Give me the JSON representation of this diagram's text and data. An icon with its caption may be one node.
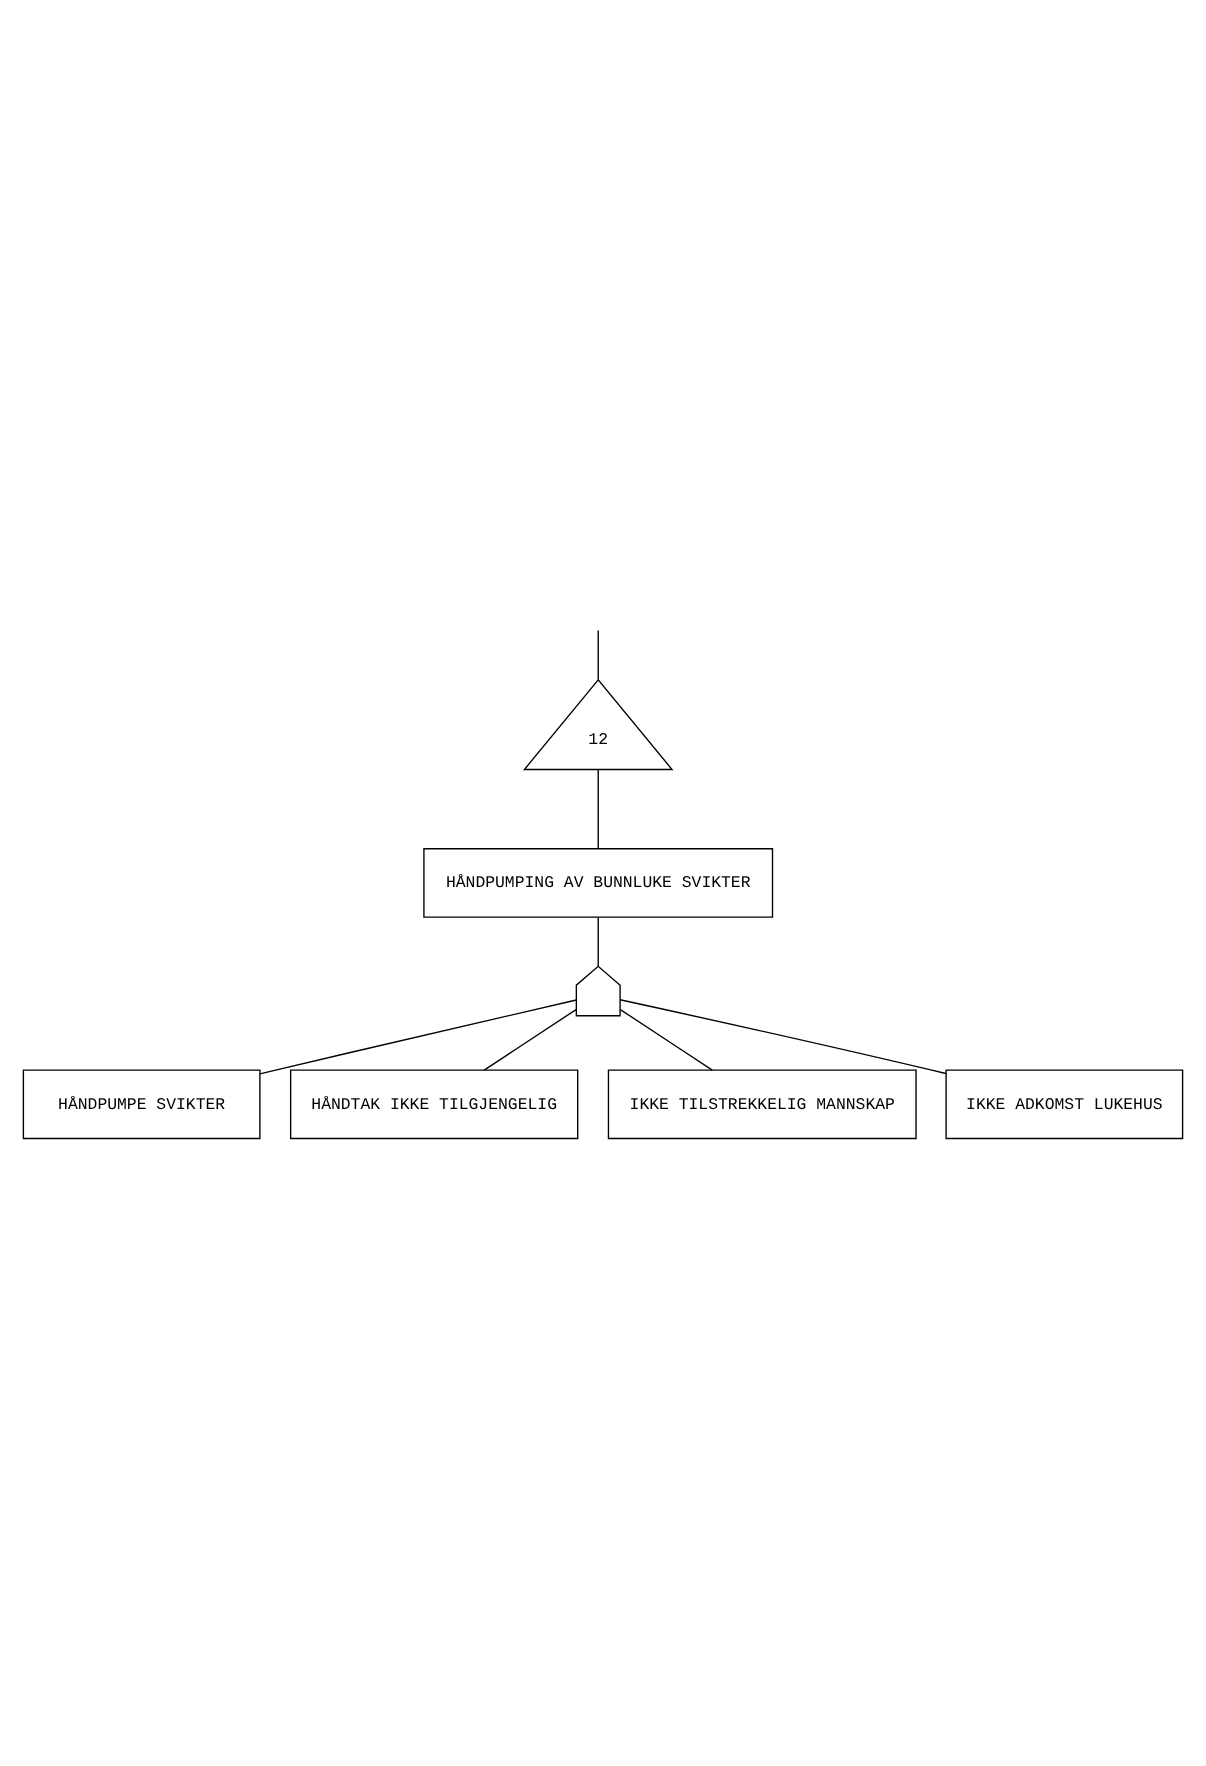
{
  "diagram": {
    "nodes": [
      {
        "text": [
          "12"
        ]
      },
      {
        "text": [
          "HÅNDPUMPING AV BUNNLUKE SVIKTER"
        ]
      },
      {
        "text": [],
        "shape": "gate"
      },
      {
        "text": [
          "HÅNDPUMPE SVIKTER"
        ]
      },
      {
        "text": [
          "HÅNDTAK IKKE TILGJENGELIG"
        ]
      },
      {
        "text": [
          "IKKE TILSTREKKELIG MANNSKAP"
        ]
      },
      {
        "text": [
          "IKKE ADKOMST LUKEHUS"
        ]
      }
    ],
    "edges": [
      {
        "from": null,
        "to": 0,
        "arrow": "none"
      },
      {
        "from": 0,
        "to": 1,
        "arrow": "none"
      },
      {
        "from": 1,
        "to": 2,
        "arrow": "none"
      },
      {
        "from": 2,
        "to": 3,
        "arrow": "none"
      },
      {
        "from": 2,
        "to": 4,
        "arrow": "none"
      },
      {
        "from": 2,
        "to": 5,
        "arrow": "none"
      },
      {
        "from": 2,
        "to": 6,
        "arrow": "none"
      }
    ]
  }
}
